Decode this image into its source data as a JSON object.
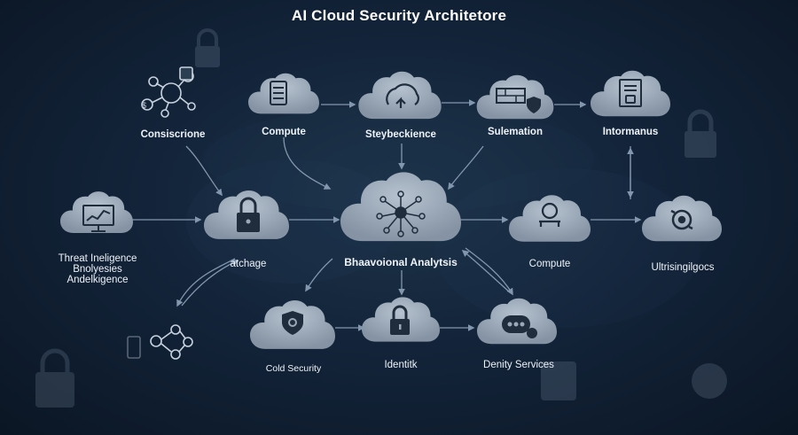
{
  "title": "AI Cloud Security Architetore",
  "nodes": {
    "consciencione": "Consiscrione",
    "compute_top": "Compute",
    "steybeckience": "Steybeckience",
    "sulemation": "Sulemation",
    "intormanus": "Intormanus",
    "threat": [
      "Threat Ineligence",
      "Bnolyesies",
      "Andelkigence"
    ],
    "storage": "atchage",
    "behavioral": "Bhaavoional Analytsis",
    "compute_mid": "Compute",
    "ultrasing": "Ultrisingilgocs",
    "cloud_security": "Cold Security",
    "identity": "Identitk",
    "denity": "Denity Services"
  },
  "icons": {
    "network": "network-hub-icon",
    "server": "server-rack-icon",
    "sync": "cloud-sync-icon",
    "firewall": "firewall-shield-icon",
    "document": "document-icon",
    "chart": "monitor-chart-icon",
    "lock": "padlock-icon",
    "neural": "neural-network-icon",
    "user": "user-icon",
    "refresh": "refresh-icon",
    "shield": "shield-icon",
    "chat": "chat-bubbles-icon"
  },
  "colors": {
    "cloud_fill": "#9aa8b8",
    "cloud_highlight": "#b9c4d0",
    "icon_dark": "#1f2d3d",
    "arrow": "#7f93aa",
    "background": "#13243a"
  }
}
